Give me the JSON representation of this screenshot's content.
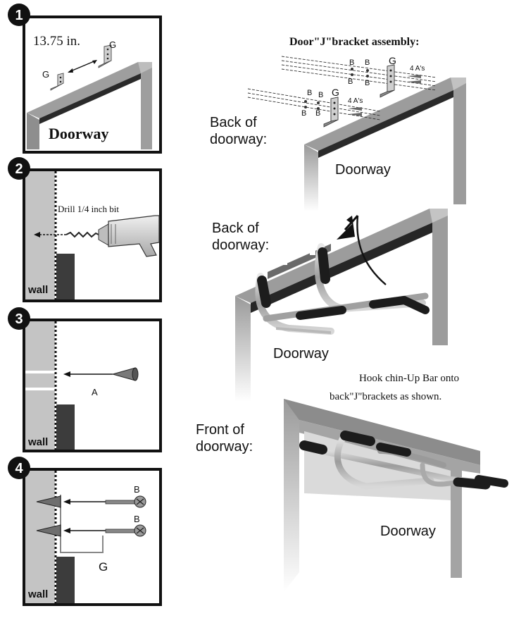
{
  "steps": [
    {
      "number": "1",
      "dimension": "13.75 in.",
      "label_g_right": "G",
      "label_g_left": "G",
      "doorway": "Doorway"
    },
    {
      "number": "2",
      "drill": "Drill 1/4 inch bit",
      "wall": "wall"
    },
    {
      "number": "3",
      "label_a": "A",
      "wall": "wall"
    },
    {
      "number": "4",
      "label_b_top": "B",
      "label_b_bottom": "B",
      "label_g": "G",
      "wall": "wall"
    }
  ],
  "right": {
    "assembly_title": "Door\"J\"bracket assembly:",
    "back_label_1": [
      "Back of",
      "doorway:"
    ],
    "doorway_1": "Doorway",
    "parts_upper": {
      "b1": "B",
      "b2": "B",
      "b3": "B",
      "b4": "B",
      "g": "G",
      "a": "4 A's"
    },
    "parts_lower": {
      "b1": "B",
      "b2": "B",
      "b3": "B",
      "b4": "B",
      "g": "G",
      "a": "4 A's"
    },
    "back_label_2": [
      "Back of",
      "doorway:"
    ],
    "doorway_2": "Doorway",
    "hook_note": [
      "Hook chin-Up Bar onto",
      "back\"J\"brackets as shown."
    ],
    "front_label": [
      "Front of",
      "doorway:"
    ],
    "doorway_3": "Doorway"
  }
}
